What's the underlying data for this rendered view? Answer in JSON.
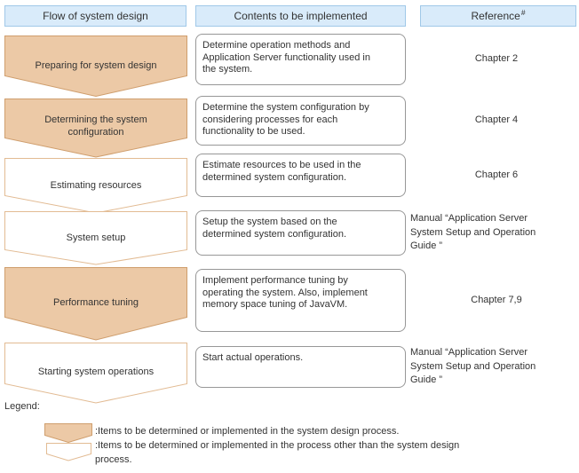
{
  "header": {
    "flow": "Flow of system design",
    "contents": "Contents to be implemented",
    "reference": "Reference",
    "reference_note_mark": "#"
  },
  "rows": [
    {
      "step": "Preparing for system design",
      "filled": true,
      "content": "Determine operation methods and\nApplication Server functionality used in\nthe system.",
      "reference": "Chapter 2"
    },
    {
      "step": "Determining the system\nconfiguration",
      "filled": true,
      "content": "Determine the system configuration by\nconsidering processes for each\nfunctionality to be used.",
      "reference": "Chapter 4"
    },
    {
      "step": "Estimating resources",
      "filled": false,
      "content": "Estimate resources to be used in the\ndetermined system configuration.",
      "reference": "Chapter 6"
    },
    {
      "step": "System setup",
      "filled": false,
      "content": "Setup the system based on the\ndetermined system configuration.",
      "reference": "Manual “Application Server\nSystem Setup and Operation\nGuide ”"
    },
    {
      "step": "Performance tuning",
      "filled": true,
      "content": "Implement performance tuning by\noperating the system. Also, implement\nmemory space tuning of JavaVM.",
      "reference": "Chapter 7,9"
    },
    {
      "step": "Starting system operations",
      "filled": false,
      "content": "Start actual operations.",
      "reference": "Manual “Application Server\nSystem Setup and Operation\nGuide ”"
    }
  ],
  "legend": {
    "title": "Legend:",
    "items": [
      {
        "filled": true,
        "text": ":Items to be determined or implemented in the system design process."
      },
      {
        "filled": false,
        "text": ":Items to be determined or implemented in the process other than the system design\nprocess."
      }
    ]
  },
  "colors": {
    "header_fill": "#d9ebfa",
    "header_border": "#a0c8e8",
    "chevron_fill": "#ecc9a6",
    "chevron_border_filled": "#cf9e6d",
    "chevron_border_outline": "#e2bb93",
    "box_border": "#979797",
    "text": "#333333"
  }
}
